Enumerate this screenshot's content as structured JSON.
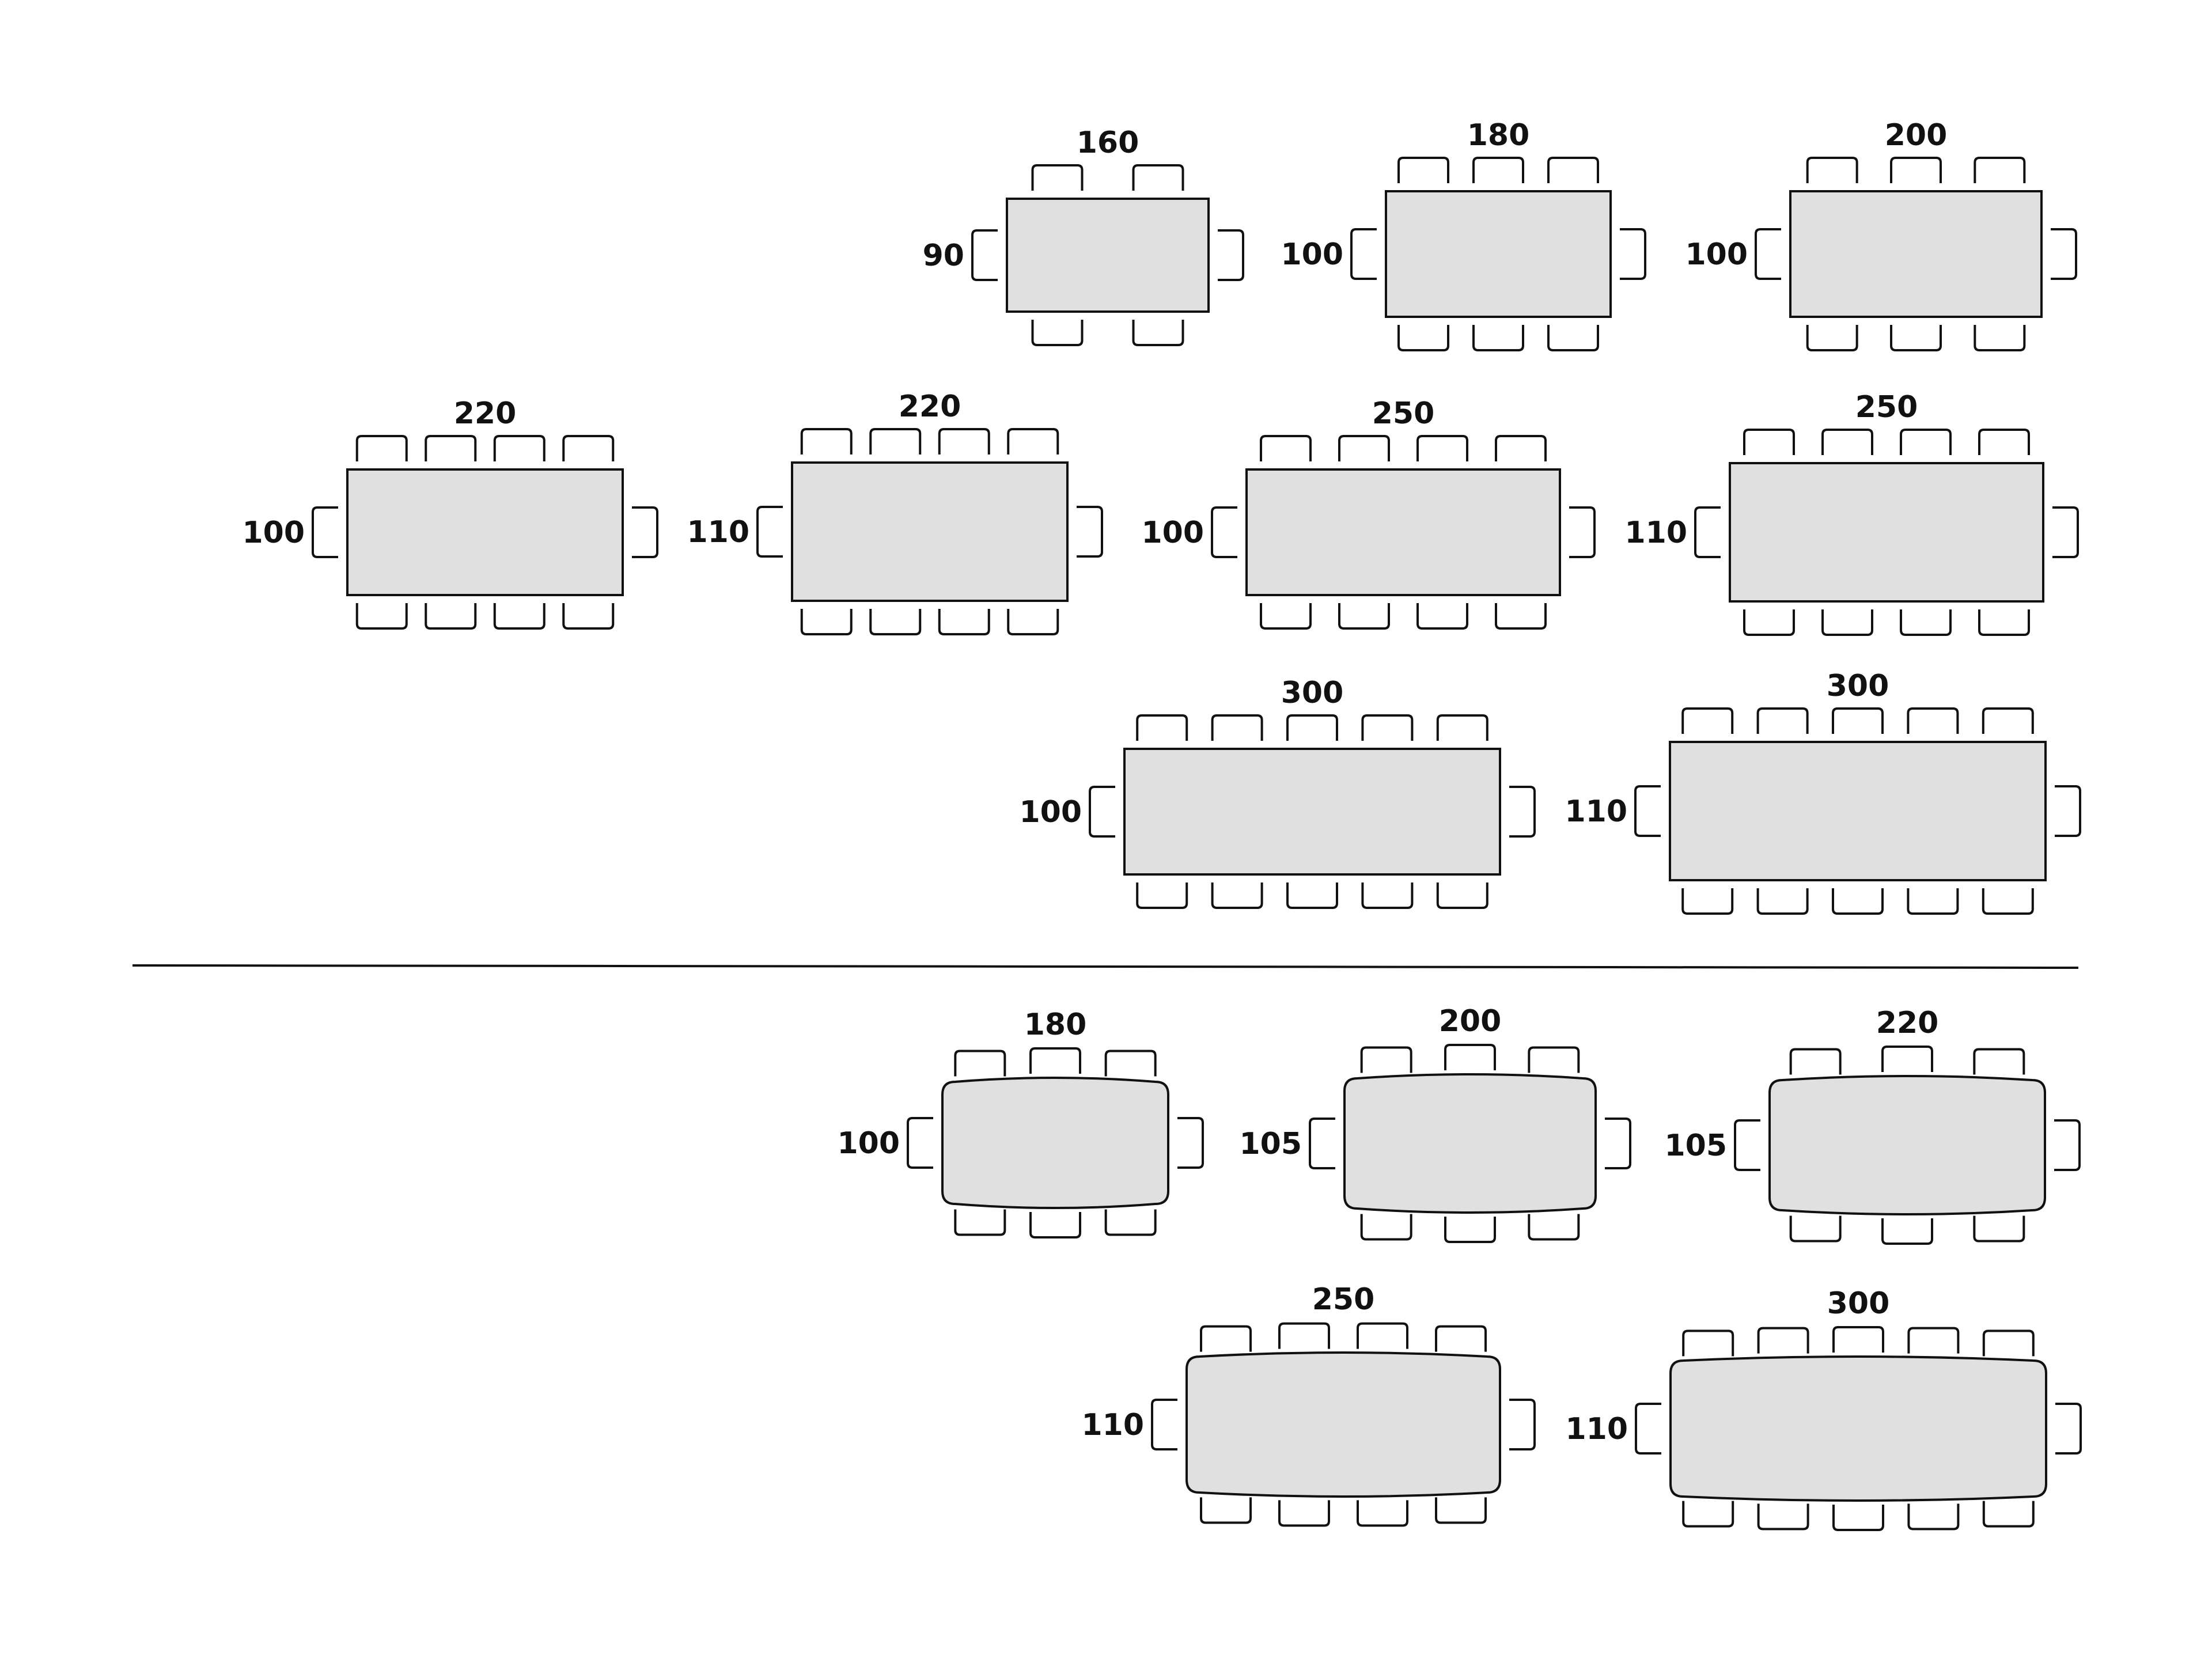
{
  "colors": {
    "table_fill": "#e0e0e0",
    "stroke": "#111111",
    "background": "#ffffff"
  },
  "rectangular_tables": [
    {
      "length": "160",
      "width": "90",
      "seats_per_side": 2
    },
    {
      "length": "180",
      "width": "100",
      "seats_per_side": 3
    },
    {
      "length": "200",
      "width": "100",
      "seats_per_side": 3
    },
    {
      "length": "220",
      "width": "100",
      "seats_per_side": 4
    },
    {
      "length": "220",
      "width": "110",
      "seats_per_side": 4
    },
    {
      "length": "250",
      "width": "100",
      "seats_per_side": 4
    },
    {
      "length": "250",
      "width": "110",
      "seats_per_side": 4
    },
    {
      "length": "300",
      "width": "100",
      "seats_per_side": 5
    },
    {
      "length": "300",
      "width": "110",
      "seats_per_side": 5
    }
  ],
  "barrel_tables": [
    {
      "length": "180",
      "width": "100",
      "seats_per_side": 3
    },
    {
      "length": "200",
      "width": "105",
      "seats_per_side": 3
    },
    {
      "length": "220",
      "width": "105",
      "seats_per_side": 3
    },
    {
      "length": "250",
      "width": "110",
      "seats_per_side": 4
    },
    {
      "length": "300",
      "width": "110",
      "seats_per_side": 5
    }
  ]
}
